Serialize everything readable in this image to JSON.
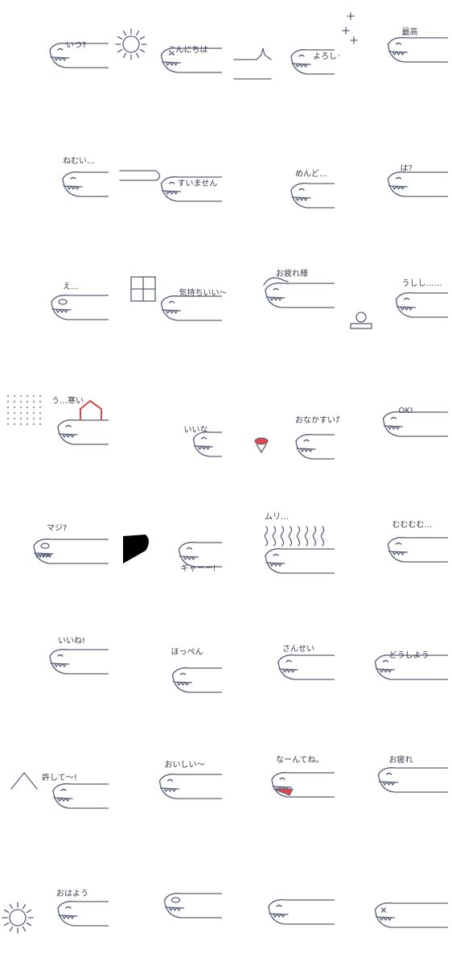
{
  "colors": {
    "ink": "#3a3a4a",
    "line": "#5a5f7a",
    "accent_red": "#d94b4b",
    "fill_black": "#000000"
  },
  "stickers": [
    {
      "caption": "いつ?",
      "icon": "creature-head"
    },
    {
      "caption": "こんにちは",
      "icon": "creature-with-sun"
    },
    {
      "caption": "よろしく",
      "icon": "creature-bowing"
    },
    {
      "caption": "最高",
      "icon": "creature-sparkle"
    },
    {
      "caption": "ねむい…",
      "icon": "creature-sleepy"
    },
    {
      "caption": "すいません",
      "icon": "creature-apology"
    },
    {
      "caption": "めんど…",
      "icon": "creature-lazy"
    },
    {
      "caption": "は?",
      "icon": "creature-huh"
    },
    {
      "caption": "え…",
      "icon": "creature-shocked"
    },
    {
      "caption": "気持ちいい〜",
      "icon": "creature-window"
    },
    {
      "caption": "お疲れ様",
      "icon": "creature-cap"
    },
    {
      "caption": "うしし……",
      "icon": "creature-grin"
    },
    {
      "caption": "う…寒い",
      "icon": "creature-snow"
    },
    {
      "caption": "いいな",
      "icon": "creature-building"
    },
    {
      "caption": "おなかすいた…",
      "icon": "creature-hungry"
    },
    {
      "caption": "OK!",
      "icon": "creature-ok"
    },
    {
      "caption": "マジ?",
      "icon": "creature-really"
    },
    {
      "caption": "ギャーー!",
      "icon": "creature-scream"
    },
    {
      "caption": "ムリ…",
      "icon": "creature-impossible"
    },
    {
      "caption": "むむむむ…",
      "icon": "creature-hmm"
    },
    {
      "caption": "いいね!",
      "icon": "creature-good"
    },
    {
      "caption": "ほっぺん",
      "icon": "creature-cheek"
    },
    {
      "caption": "さんせい",
      "icon": "creature-agree"
    },
    {
      "caption": "どうしよう",
      "icon": "creature-worried"
    },
    {
      "caption": "許して〜!",
      "icon": "creature-forgive"
    },
    {
      "caption": "おいしい〜",
      "icon": "creature-tasty"
    },
    {
      "caption": "なーんてね。",
      "icon": "creature-joking"
    },
    {
      "caption": "お疲れ",
      "icon": "creature-tired"
    },
    {
      "caption": "おはよう",
      "icon": "creature-morning"
    },
    {
      "caption": "",
      "icon": "creature-open-mouth"
    },
    {
      "caption": "",
      "icon": "creature-plain"
    },
    {
      "caption": "",
      "icon": "creature-dizzy"
    }
  ]
}
